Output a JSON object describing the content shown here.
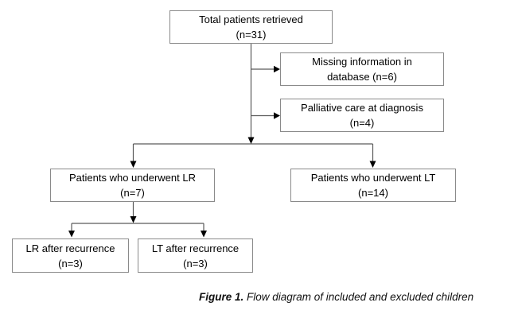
{
  "figure": {
    "caption_label": "Figure 1.",
    "caption_rest": " Flow diagram of included and excluded children"
  },
  "colors": {
    "box_border": "#8a8a8a",
    "connector_line": "#5b5b5b",
    "arrowhead": "#000000",
    "text": "#000000",
    "background": "#ffffff"
  },
  "nodes": {
    "total": {
      "line1": "Total patients retrieved",
      "line2": "(n=31)"
    },
    "missing": {
      "line1": "Missing information in",
      "line2": "database (n=6)"
    },
    "palliative": {
      "line1": "Palliative care at diagnosis",
      "line2": "(n=4)"
    },
    "lr": {
      "line1": "Patients who underwent LR",
      "line2": "(n=7)"
    },
    "lt": {
      "line1": "Patients who underwent LT",
      "line2": "(n=14)"
    },
    "lr_rec": {
      "line1": "LR after recurrence",
      "line2": "(n=3)"
    },
    "lt_rec": {
      "line1": "LT after recurrence",
      "line2": "(n=3)"
    }
  }
}
